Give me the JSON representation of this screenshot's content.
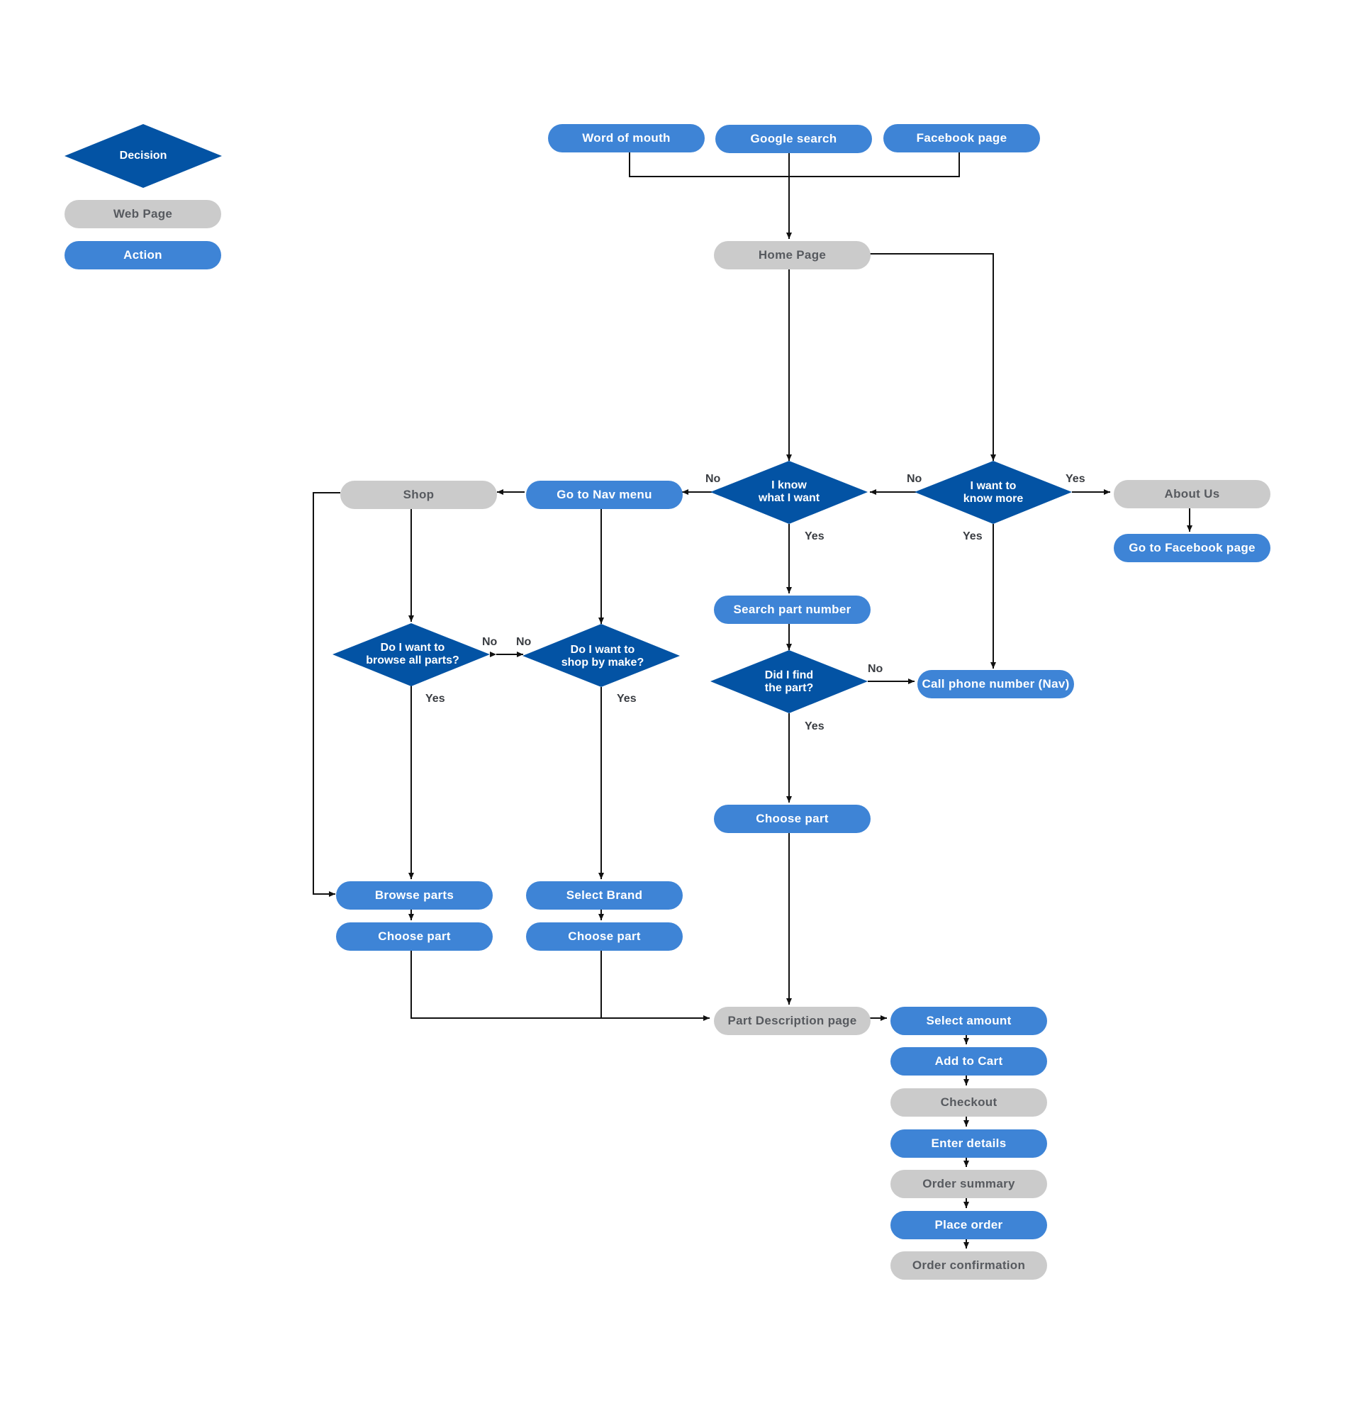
{
  "colors": {
    "decision": "#0353a4",
    "action": "#3e84d6",
    "web_page": "#cbcbcb",
    "line": "#111111"
  },
  "legend": {
    "decision": "Decision",
    "web_page": "Web Page",
    "action": "Action"
  },
  "sources": {
    "word_of_mouth": "Word of mouth",
    "google_search": "Google search",
    "facebook_page": "Facebook page"
  },
  "pages": {
    "home": "Home Page",
    "about_us": "About Us",
    "shop": "Shop",
    "part_description": "Part Description page",
    "checkout": "Checkout",
    "order_summary": "Order summary",
    "order_confirmation": "Order confirmation"
  },
  "actions": {
    "go_to_facebook": "Go to Facebook page",
    "go_to_nav": "Go to Nav menu",
    "search_part_number": "Search part number",
    "call_phone": "Call phone number (Nav)",
    "choose_part_center": "Choose part",
    "browse_parts": "Browse parts",
    "select_brand": "Select Brand",
    "choose_part_left": "Choose part",
    "choose_part_mid": "Choose part",
    "select_amount": "Select amount",
    "add_to_cart": "Add to Cart",
    "enter_details": "Enter details",
    "place_order": "Place order"
  },
  "decisions": {
    "know_more": "I want to\nknow more",
    "know_what": "I know\nwhat I want",
    "find_part": "Did I find\nthe part?",
    "browse_all": "Do I want to\nbrowse all parts?",
    "shop_by_make": "Do I want to\nshop by make?"
  },
  "edge_labels": {
    "yes": "Yes",
    "no": "No"
  }
}
